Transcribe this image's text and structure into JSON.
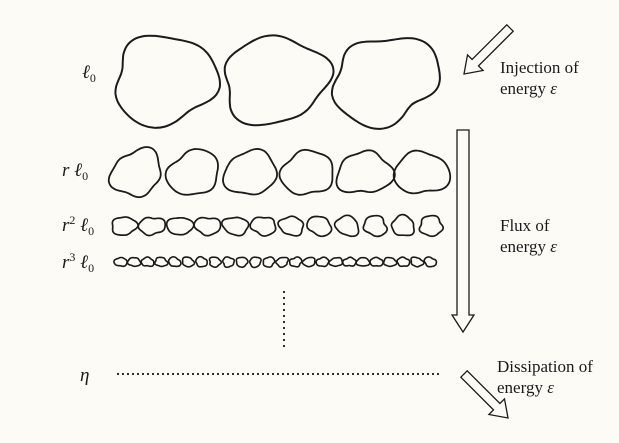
{
  "scale_labels": [
    {
      "base": "ℓ",
      "sub": "0",
      "prefix": "",
      "sup": ""
    },
    {
      "base": "ℓ",
      "sub": "0",
      "prefix": "r",
      "sup": ""
    },
    {
      "base": "ℓ",
      "sub": "0",
      "prefix": "r",
      "sup": "2"
    },
    {
      "base": "ℓ",
      "sub": "0",
      "prefix": "r",
      "sup": "3"
    }
  ],
  "eta_label": "η",
  "annotations": {
    "injection": {
      "line1": "Injection of",
      "line2": "energy",
      "symbol": "ε"
    },
    "flux": {
      "line1": "Flux of",
      "line2": "energy",
      "symbol": "ε"
    },
    "dissipation": {
      "line1": "Dissipation of",
      "line2": "energy",
      "symbol": "ε"
    }
  },
  "eddy_counts": [
    3,
    6,
    12,
    24
  ],
  "colors": {
    "ink": "#1b1b1b",
    "background": "#fdfbf6"
  }
}
